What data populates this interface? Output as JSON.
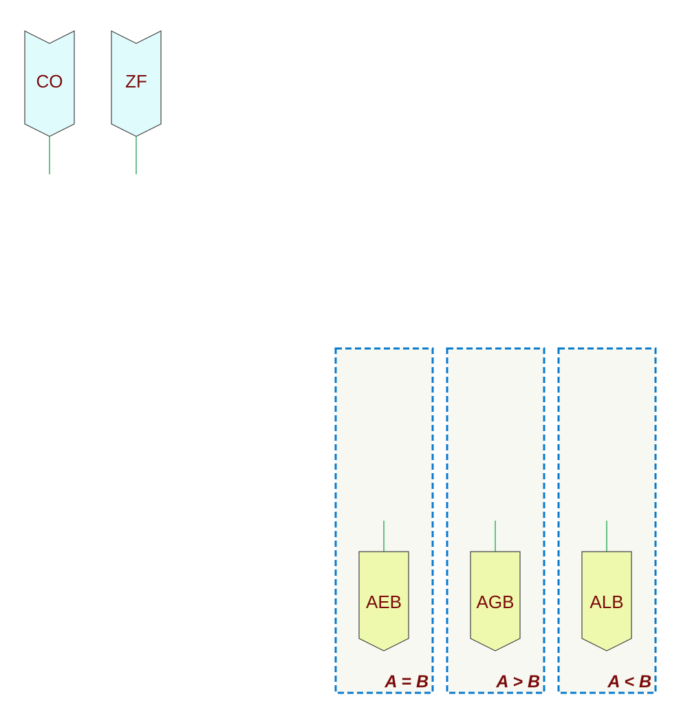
{
  "colors": {
    "input_pin_fill": "#e0fbfc",
    "output_pin_fill": "#eef9ae",
    "pin_stroke": "#404040",
    "wire": "#16a34a",
    "label_text": "#7a0a0a",
    "group_fill": "#f6f8f1",
    "group_border": "#0a7acc"
  },
  "input_pins": [
    {
      "label": "CO"
    },
    {
      "label": "ZF"
    }
  ],
  "output_groups": [
    {
      "pin_label": "AEB",
      "condition": "A = B"
    },
    {
      "pin_label": "AGB",
      "condition": "A > B"
    },
    {
      "pin_label": "ALB",
      "condition": "A < B"
    }
  ]
}
